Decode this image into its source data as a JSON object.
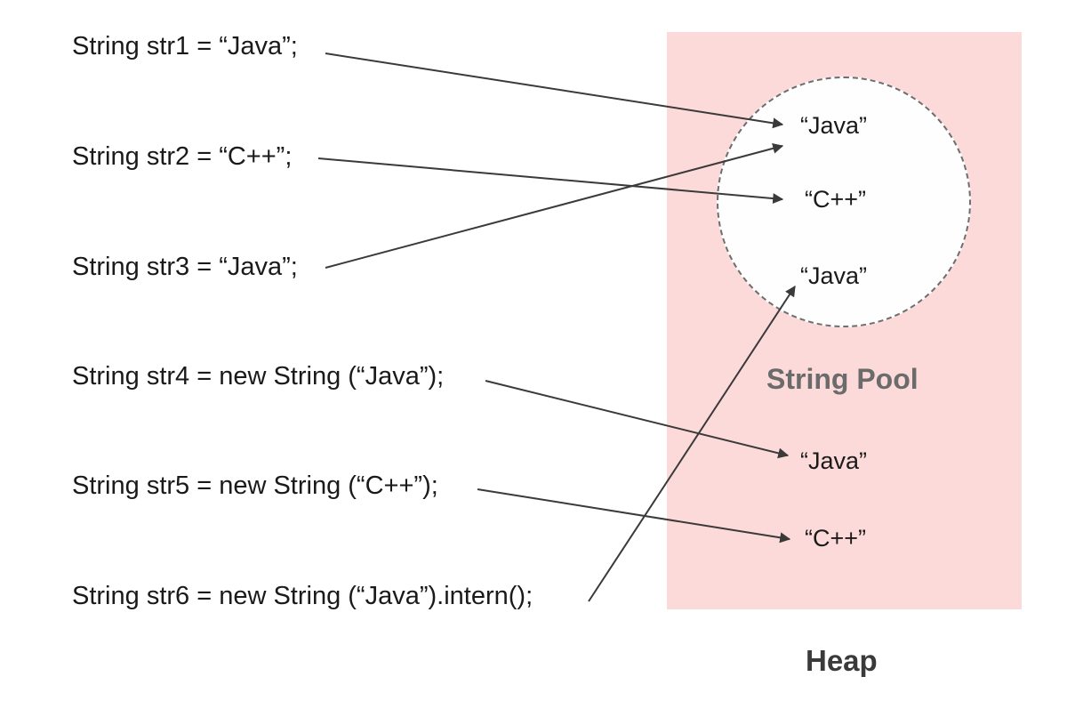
{
  "code_lines": [
    "String str1 = “Java”;",
    "String str2 = “C++”;",
    "String str3 = “Java”;",
    "String str4 = new String (“Java”);",
    "String str5 = new String (“C++”);",
    "String str6 = new String (“Java”).intern();"
  ],
  "pool_values": [
    "“Java”",
    "“C++”",
    "“Java”"
  ],
  "heap_values": [
    "“Java”",
    "“C++”"
  ],
  "labels": {
    "pool": "String Pool",
    "heap": "Heap"
  },
  "colors": {
    "heap_fill": "#fddada",
    "pool_fill": "#fefefe",
    "pool_border": "#6e6e6e",
    "arrow": "#3a3a3a"
  },
  "references": [
    {
      "from": "str1",
      "to": "pool-value-1"
    },
    {
      "from": "str2",
      "to": "pool-value-2"
    },
    {
      "from": "str3",
      "to": "pool-value-1"
    },
    {
      "from": "str4",
      "to": "heap-value-1"
    },
    {
      "from": "str5",
      "to": "heap-value-2"
    },
    {
      "from": "str6",
      "to": "pool-value-3"
    }
  ]
}
